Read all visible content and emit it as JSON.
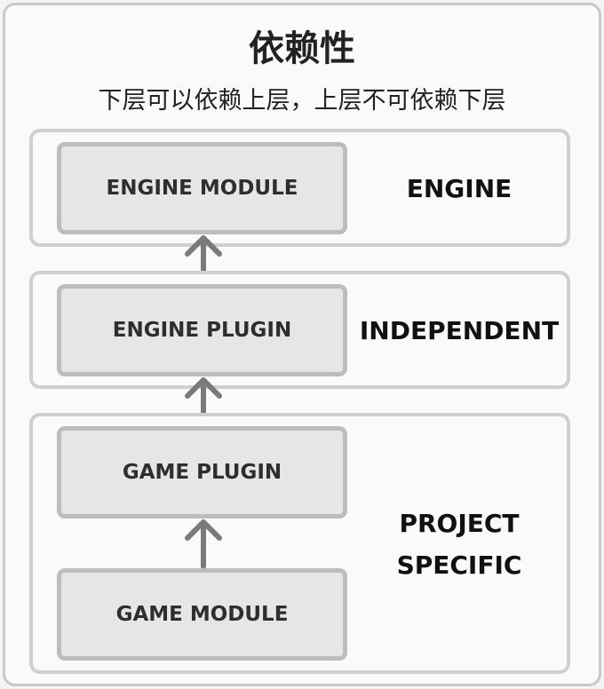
{
  "title": "依赖性",
  "subtitle": "下层可以依赖上层，上层不可依赖下层",
  "layers": [
    {
      "label": "ENGINE",
      "modules": [
        "ENGINE MODULE"
      ]
    },
    {
      "label": "INDEPENDENT",
      "modules": [
        "ENGINE PLUGIN"
      ]
    },
    {
      "label_lines": [
        "PROJECT",
        "SPECIFIC"
      ],
      "modules": [
        "GAME PLUGIN",
        "GAME MODULE"
      ]
    }
  ],
  "arrow_direction": "up",
  "colors": {
    "border": "#c8c8c8",
    "module_fill": "#e6e6e6",
    "module_border": "#bdbdbd",
    "arrow": "#7a7a7a"
  }
}
